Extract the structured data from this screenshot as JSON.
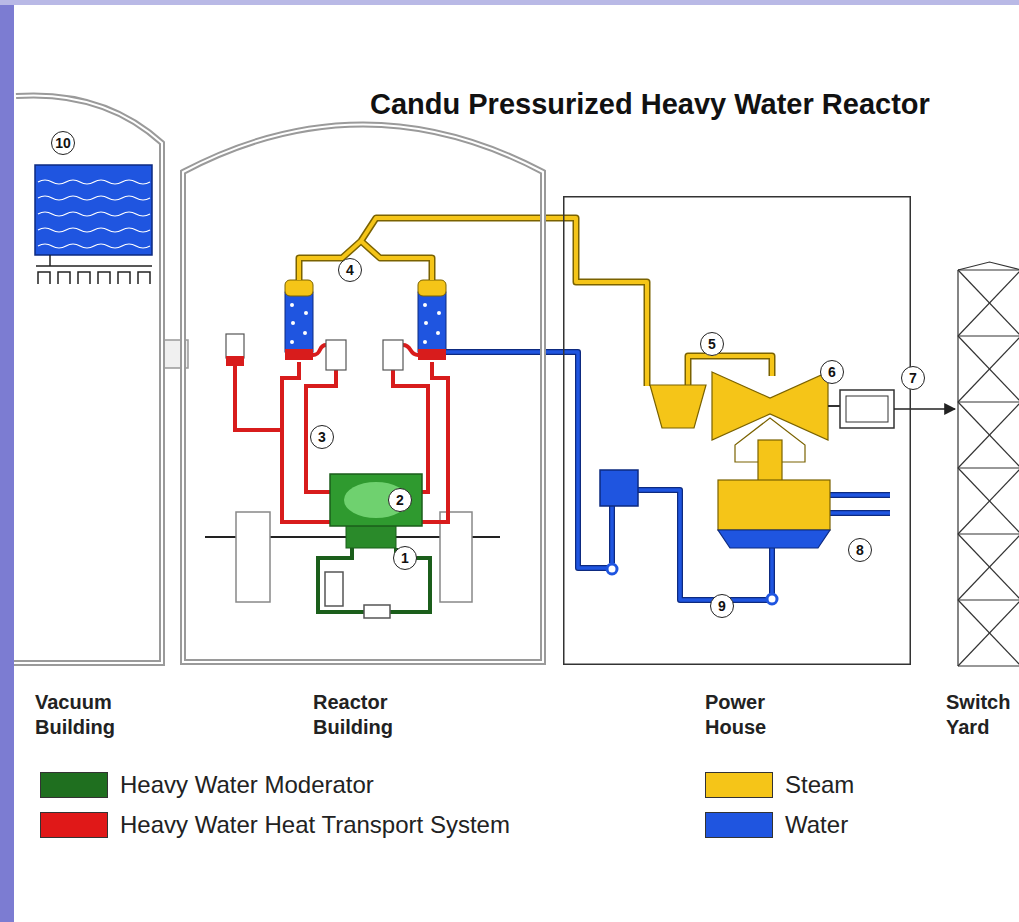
{
  "diagram": {
    "title": "Candu Pressurized Heavy Water Reactor",
    "nodes": [
      {
        "text": [
          "Vacuum Building"
        ]
      },
      {
        "text": [
          "Reactor Building"
        ]
      },
      {
        "text": [
          "Power House"
        ]
      },
      {
        "text": [
          "Switch Yard"
        ]
      }
    ],
    "edges": [
      {
        "from": 2,
        "to": 3,
        "arrow": "to"
      }
    ],
    "labels": [
      "10",
      "4",
      "5",
      "6",
      "7",
      "3",
      "2",
      "1",
      "8",
      "9"
    ],
    "legend": [
      {
        "text": "Heavy Water Moderator",
        "color": "#1f6f1f"
      },
      {
        "text": "Heavy Water Heat Transport System",
        "color": "#e01818"
      },
      {
        "text": "Steam",
        "color": "#f5c518"
      },
      {
        "text": "Water",
        "color": "#1f55e0"
      }
    ]
  }
}
